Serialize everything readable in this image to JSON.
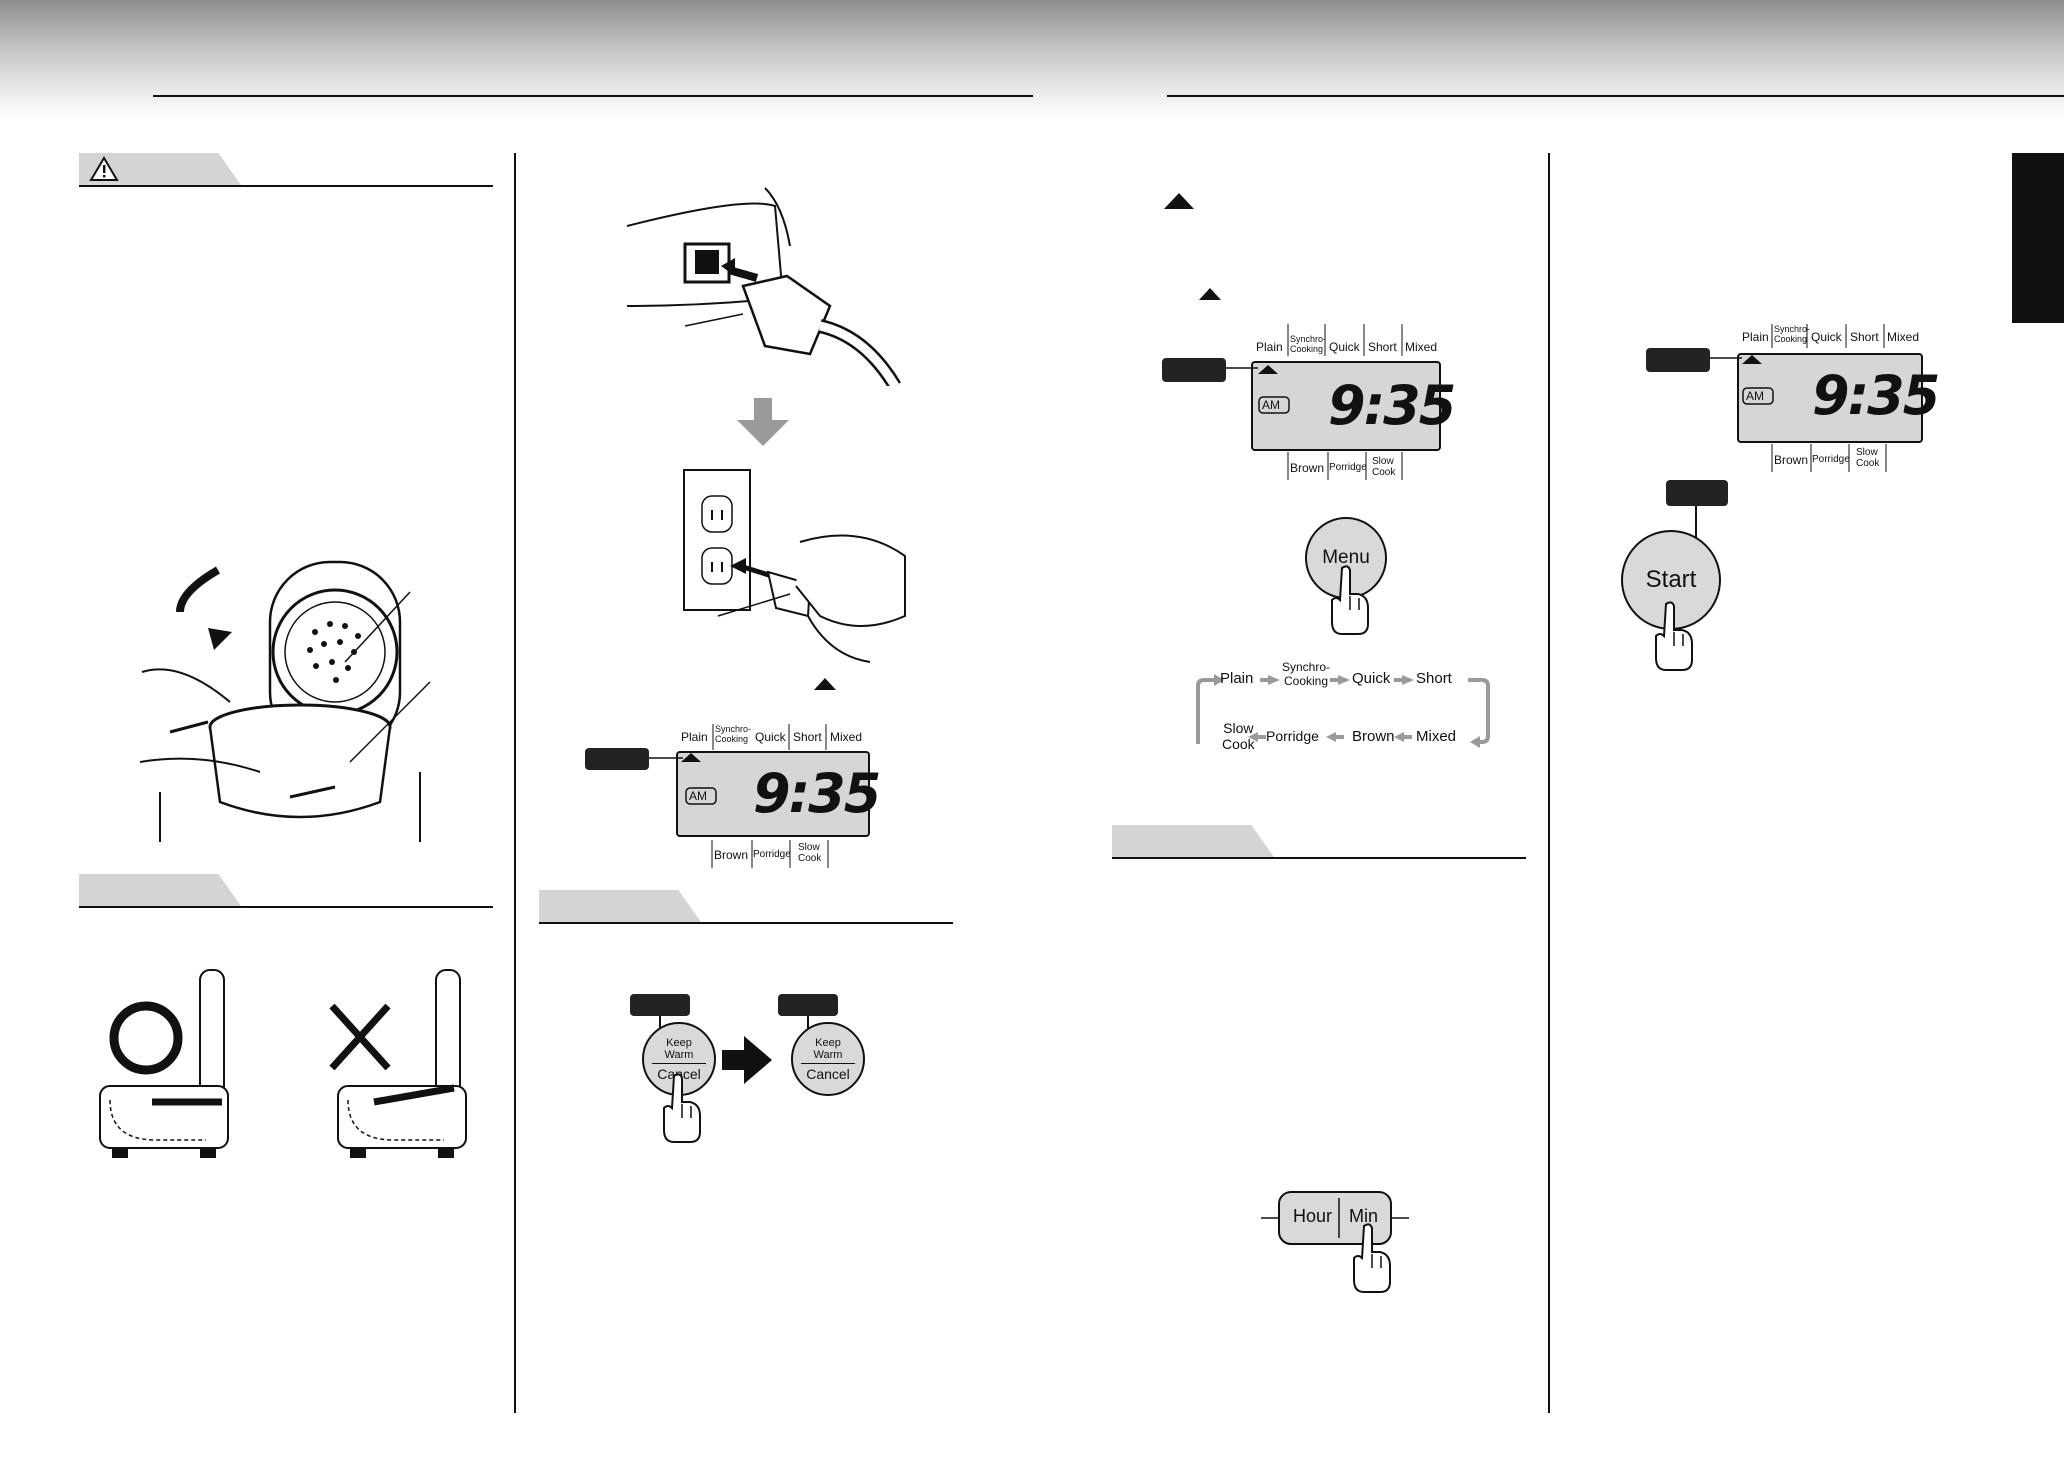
{
  "icons": {
    "warning": "warning-triangle-icon",
    "cursor": "triangle-cursor-icon",
    "arrow_down": "arrow-down-icon",
    "arrow_right": "arrow-right-icon",
    "finger": "pointing-finger-icon",
    "ok": "circle-ok-icon",
    "ng": "cross-ng-icon"
  },
  "colors": {
    "header_dark": "#8f8f8f",
    "section_bar": "#d4d4d4",
    "lcd_bg": "#d6d6d6",
    "arrow": "#9a9a9a",
    "tab": "#111111"
  },
  "display": {
    "menu_top": [
      "Plain",
      "Synchro-",
      "Cooking",
      "Quick",
      "Short",
      "Mixed"
    ],
    "menu_bottom": [
      "Brown",
      "Porridge",
      "Slow",
      "Cook"
    ],
    "ampm": "AM",
    "time": "9:35"
  },
  "buttons": {
    "keep_warm": [
      "Keep",
      "Warm"
    ],
    "cancel": "Cancel",
    "menu": "Menu",
    "start": "Start",
    "hour": "Hour",
    "min": "Min"
  },
  "menu_cycle": {
    "row1": [
      "Plain",
      "Synchro-",
      "Cooking",
      "Quick",
      "Short"
    ],
    "row2": [
      "Slow",
      "Cook",
      "Porridge",
      "Brown",
      "Mixed"
    ]
  }
}
